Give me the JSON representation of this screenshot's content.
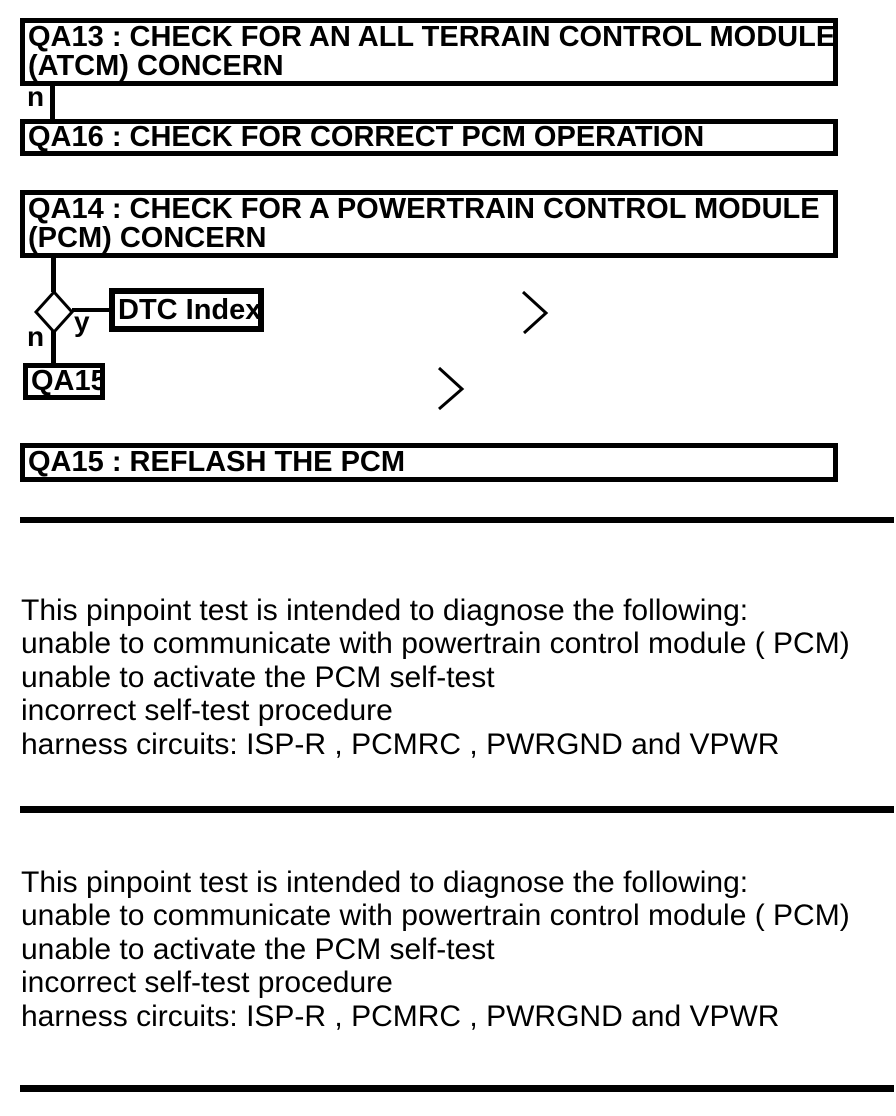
{
  "colors": {
    "ink": "#000000",
    "paper": "#ffffff"
  },
  "flowchart": {
    "qa13": {
      "line1": "QA13 : CHECK FOR AN ALL TERRAIN CONTROL MODULE",
      "line2": "(ATCM) CONCERN"
    },
    "qa16": {
      "line1": "QA16 : CHECK FOR CORRECT PCM OPERATION"
    },
    "qa14": {
      "line1": "QA14 : CHECK FOR A POWERTRAIN CONTROL MODULE",
      "line2": "(PCM) CONCERN"
    },
    "dtc_index_label": "DTC Index",
    "qa15_node_label": "QA15",
    "qa15_action": "QA15 : REFLASH THE PCM",
    "branch_no_1": "n",
    "branch_no_2": "n",
    "branch_yes": "y",
    "icons": {
      "chevron_1": "chevron-right",
      "chevron_2": "chevron-right"
    }
  },
  "description_blocks": [
    {
      "lines": [
        "This pinpoint test is intended to diagnose the following:",
        "unable to communicate with powertrain control module ( PCM)",
        "unable to activate the PCM self-test",
        "incorrect self-test procedure",
        "harness circuits: ISP-R , PCMRC , PWRGND and VPWR"
      ]
    },
    {
      "lines": [
        "This pinpoint test is intended to diagnose the following:",
        "unable to communicate with powertrain control module ( PCM)",
        "unable to activate the PCM self-test",
        "incorrect self-test procedure",
        "harness circuits: ISP-R , PCMRC , PWRGND and VPWR"
      ]
    }
  ]
}
